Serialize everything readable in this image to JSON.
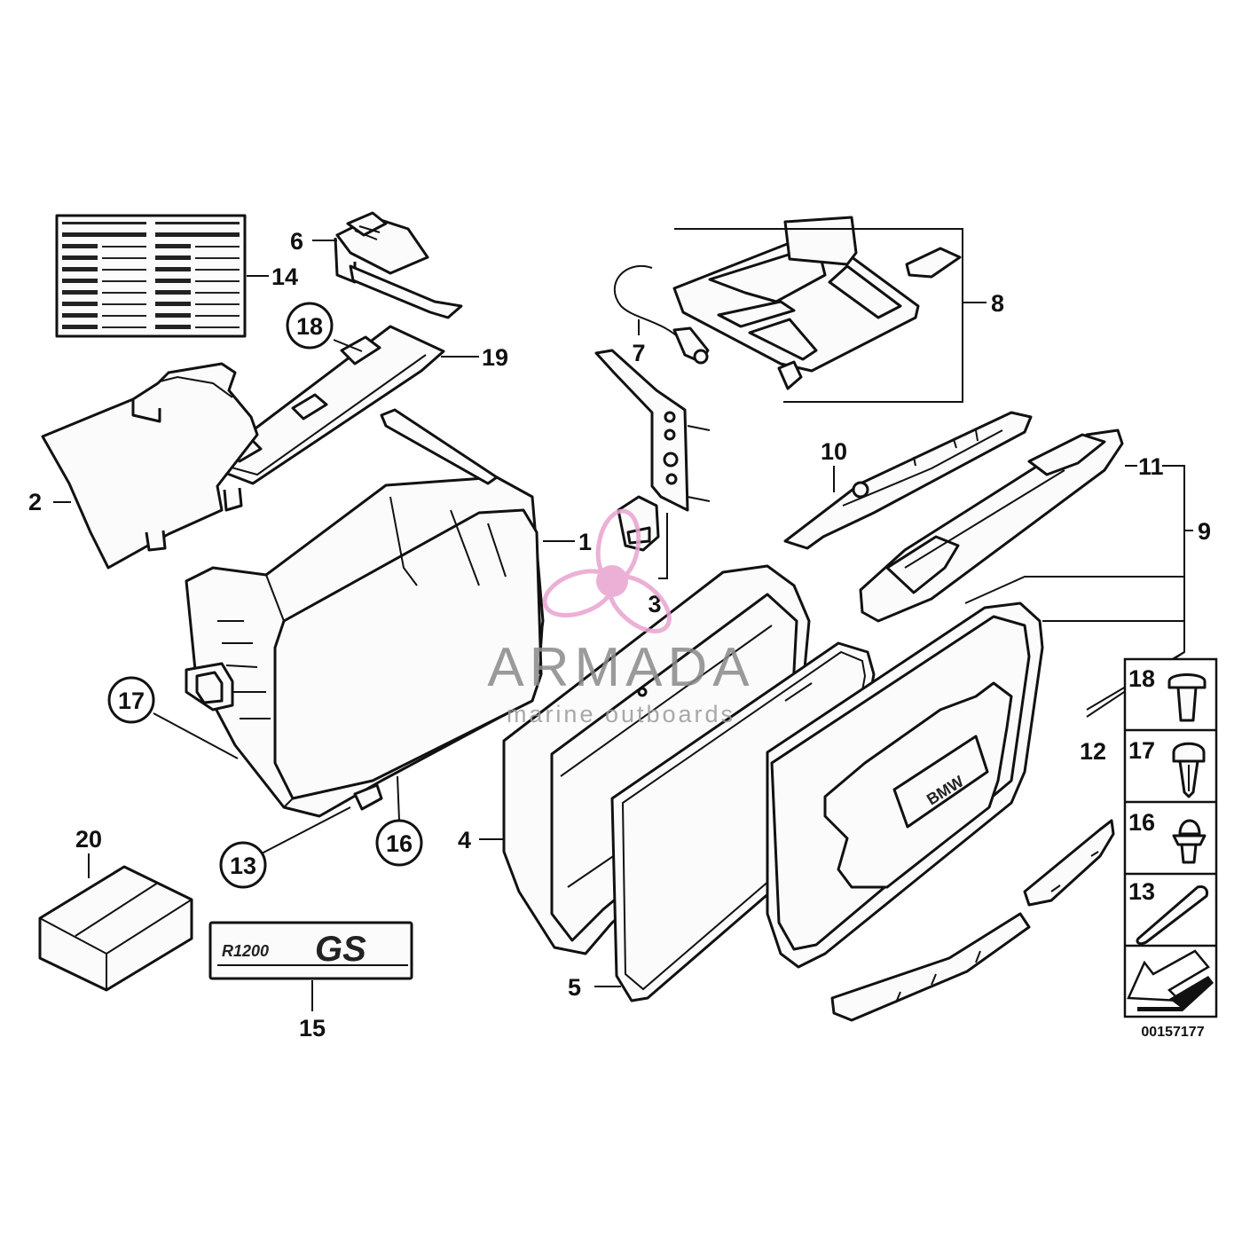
{
  "diagram_id": "00157177",
  "watermark": {
    "brand": "ARMADA",
    "tagline": "marine outboards",
    "color": "#e9a3cf"
  },
  "labels": {
    "p1": "1",
    "p2": "2",
    "p3": "3",
    "p4": "4",
    "p5": "5",
    "p6": "6",
    "p7": "7",
    "p8": "8",
    "p9": "9",
    "p10": "10",
    "p11": "11",
    "p12": "12",
    "p13": "13",
    "p14": "14",
    "p15": "15",
    "p16": "16",
    "p17": "17",
    "p18": "18",
    "p19": "19",
    "p20": "20"
  },
  "legend": [
    {
      "num": "18"
    },
    {
      "num": "17"
    },
    {
      "num": "16"
    },
    {
      "num": "13"
    }
  ],
  "lid_badge": "BMW",
  "emblem": {
    "model": "R1200",
    "suffix": "GS"
  }
}
